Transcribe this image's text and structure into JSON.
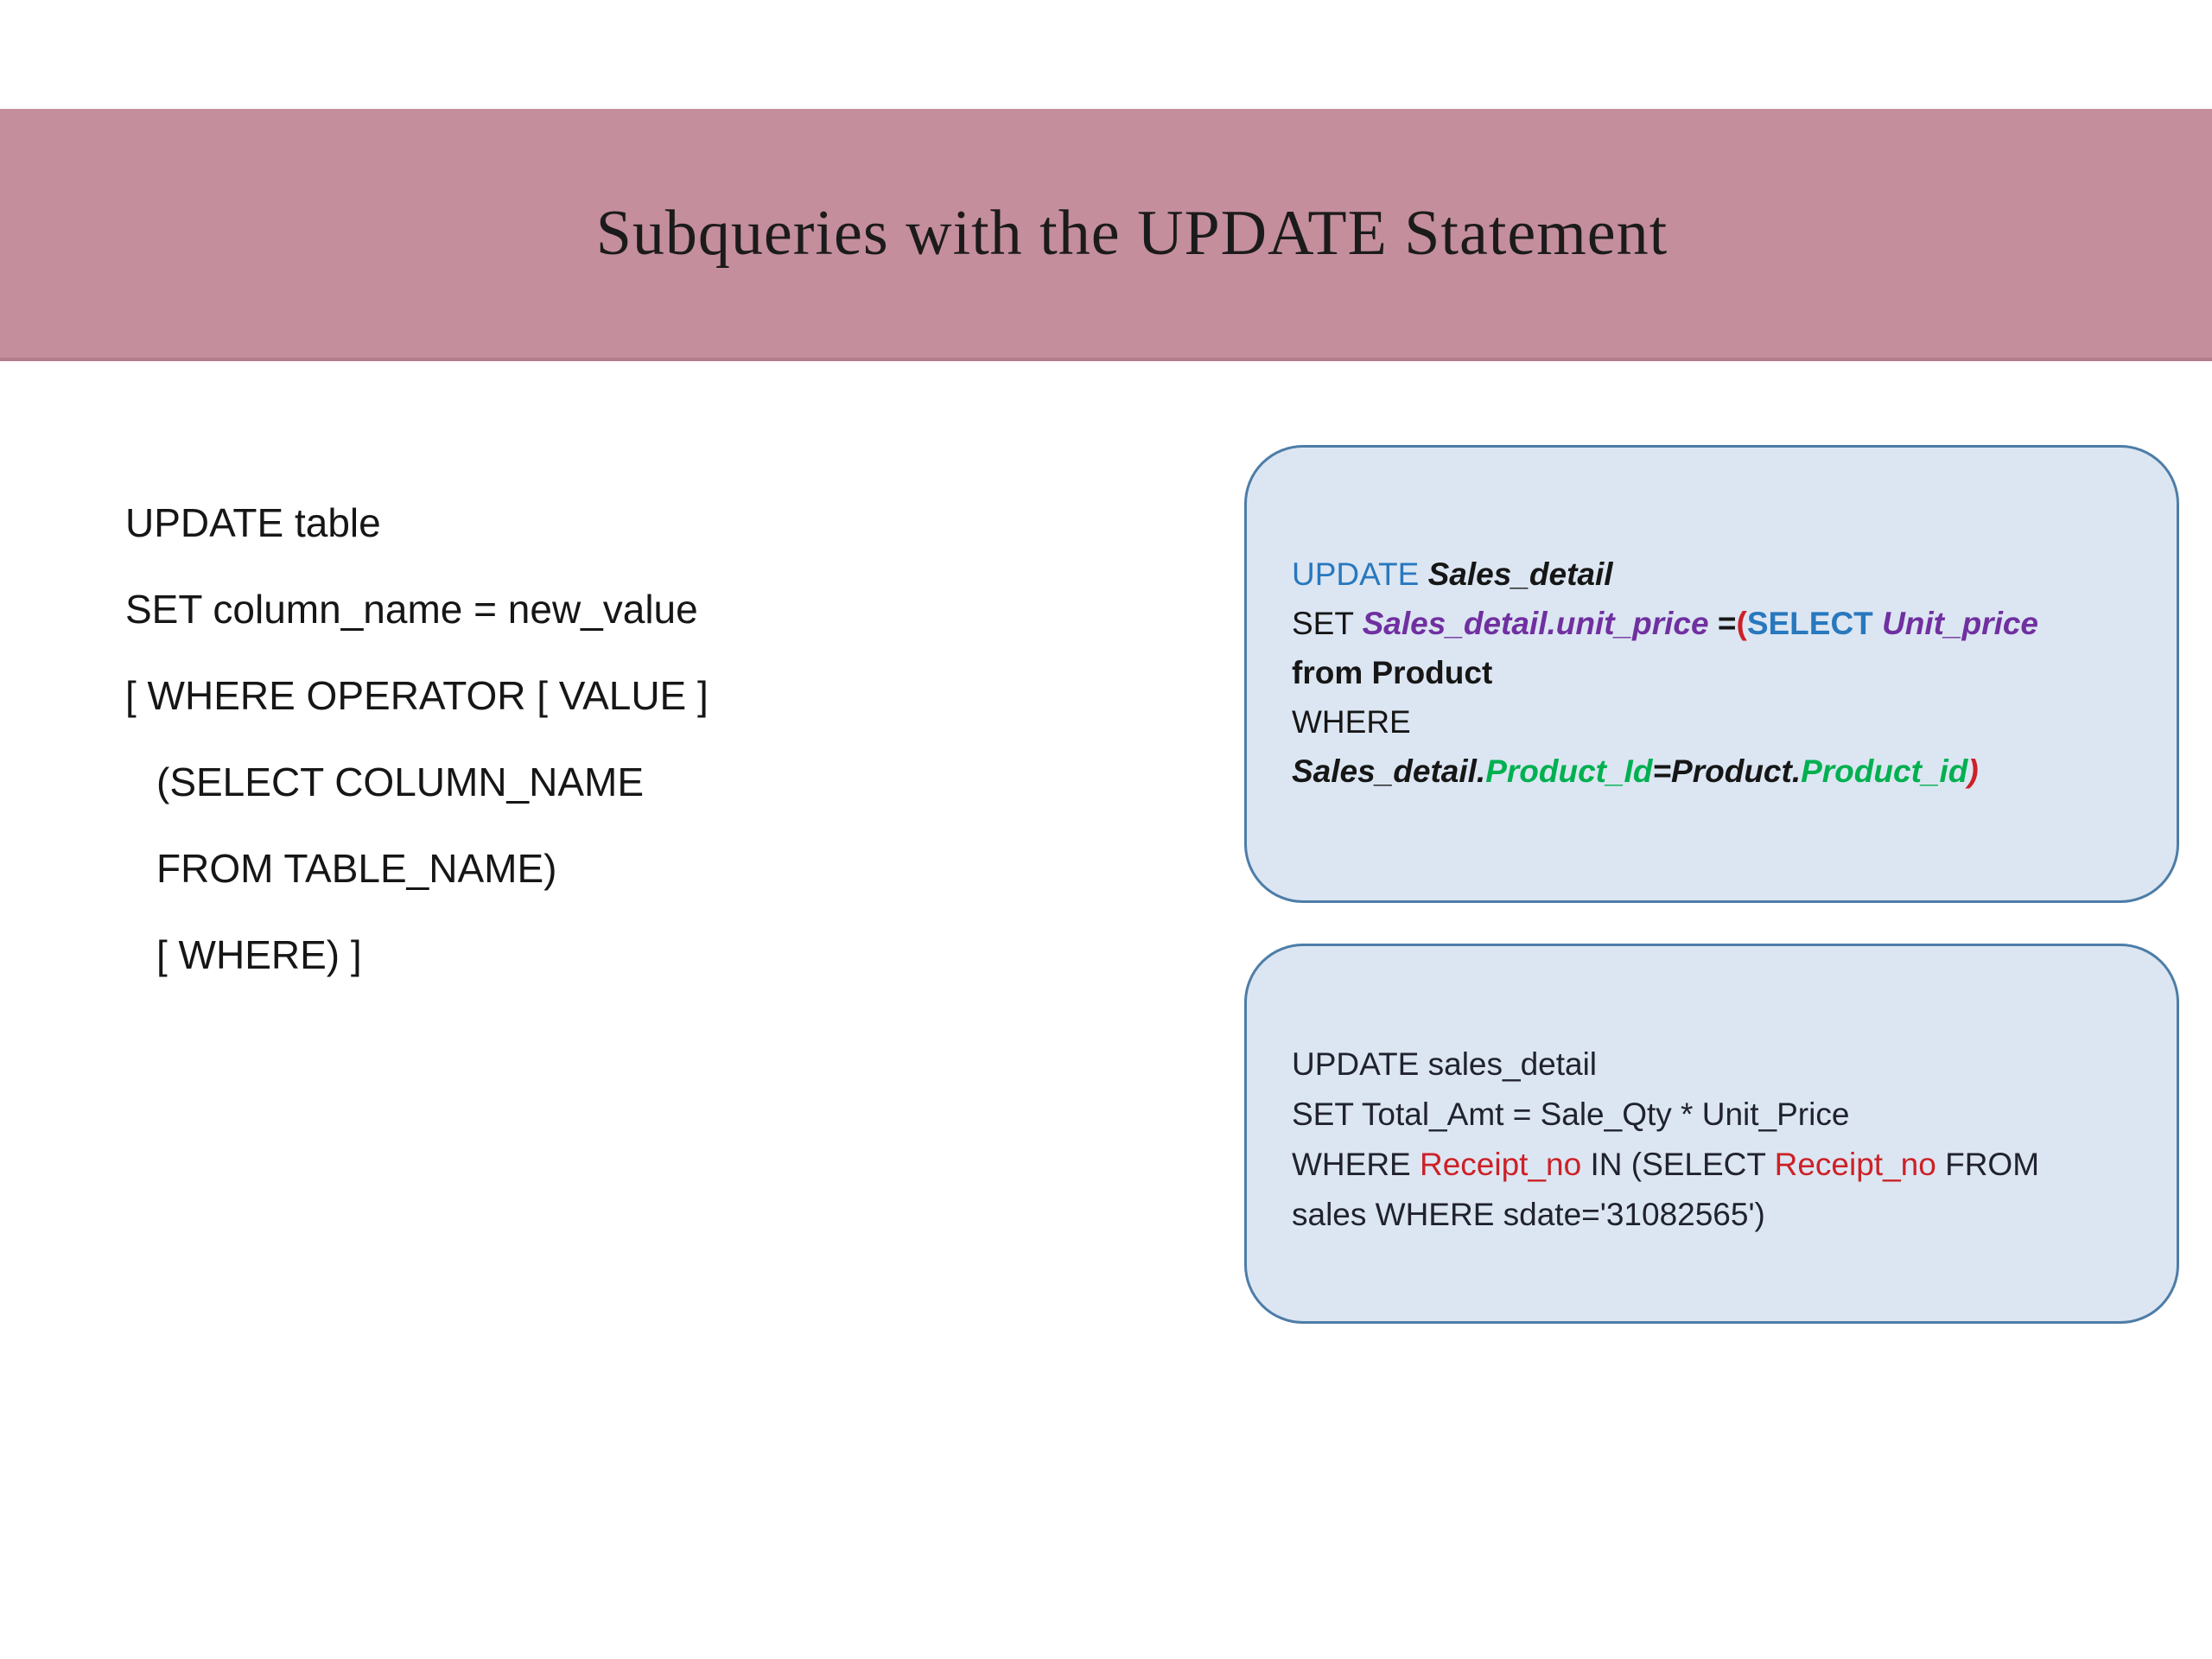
{
  "colors": {
    "page_bg": "#ffffff",
    "banner_bg": "#c48e9d",
    "banner_edge": "#b27e8e",
    "title_text": "#1c1b1b",
    "body_text": "#161616",
    "box_fill": "#dce6f2",
    "box_border": "#4d7da8",
    "code_dark": "#20232e",
    "kw_blue": "#2878be",
    "kw_purple": "#7030a0",
    "kw_green": "#00b050",
    "kw_red": "#cc2127"
  },
  "title": "Subqueries with the UPDATE Statement",
  "syntax_block": {
    "lines": [
      {
        "text": "UPDATE table",
        "indent": 0
      },
      {
        "text": "SET column_name = new_value",
        "indent": 0
      },
      {
        "text": "[ WHERE OPERATOR [ VALUE ]",
        "indent": 0
      },
      {
        "text": "(SELECT COLUMN_NAME",
        "indent": 1
      },
      {
        "text": "FROM TABLE_NAME)",
        "indent": 1
      },
      {
        "text": "[ WHERE) ]",
        "indent": 1
      }
    ]
  },
  "example1": {
    "lines": [
      [
        {
          "t": "UPDATE ",
          "c": "blue"
        },
        {
          "t": "Sales_detail",
          "c": "black",
          "b": true,
          "i": true
        }
      ],
      [
        {
          "t": "SET ",
          "c": "black"
        },
        {
          "t": "Sales_detail.unit_price",
          "c": "purple",
          "b": true,
          "i": true
        },
        {
          "t": " =",
          "c": "black",
          "b": true
        },
        {
          "t": "(",
          "c": "red",
          "b": true
        },
        {
          "t": "SELECT ",
          "c": "blue",
          "b": true
        },
        {
          "t": "Unit_price",
          "c": "purple",
          "b": true,
          "i": true
        }
      ],
      [
        {
          "t": "from Product",
          "c": "black",
          "b": true
        }
      ],
      [
        {
          "t": "WHERE",
          "c": "black"
        }
      ],
      [
        {
          "t": "Sales_detail.",
          "c": "black",
          "b": true,
          "i": true
        },
        {
          "t": "Product_Id",
          "c": "green",
          "b": true,
          "i": true
        },
        {
          "t": "=",
          "c": "black",
          "b": true,
          "i": true
        },
        {
          "t": "Product.",
          "c": "black",
          "b": true,
          "i": true
        },
        {
          "t": "Product_id",
          "c": "green",
          "b": true,
          "i": true
        },
        {
          "t": ")",
          "c": "red",
          "b": true,
          "i": true
        }
      ]
    ]
  },
  "example2": {
    "lines": [
      [
        {
          "t": "UPDATE sales_detail",
          "c": "code"
        }
      ],
      [
        {
          "t": "SET Total_Amt = Sale_Qty * Unit_Price",
          "c": "code"
        }
      ],
      [
        {
          "t": "WHERE ",
          "c": "code"
        },
        {
          "t": "Receipt_no",
          "c": "red"
        },
        {
          "t": " IN (SELECT ",
          "c": "code"
        },
        {
          "t": "Receipt_no",
          "c": "red"
        },
        {
          "t": " FROM",
          "c": "code"
        }
      ],
      [
        {
          "t": "sales WHERE sdate='31082565')",
          "c": "code"
        }
      ]
    ]
  }
}
